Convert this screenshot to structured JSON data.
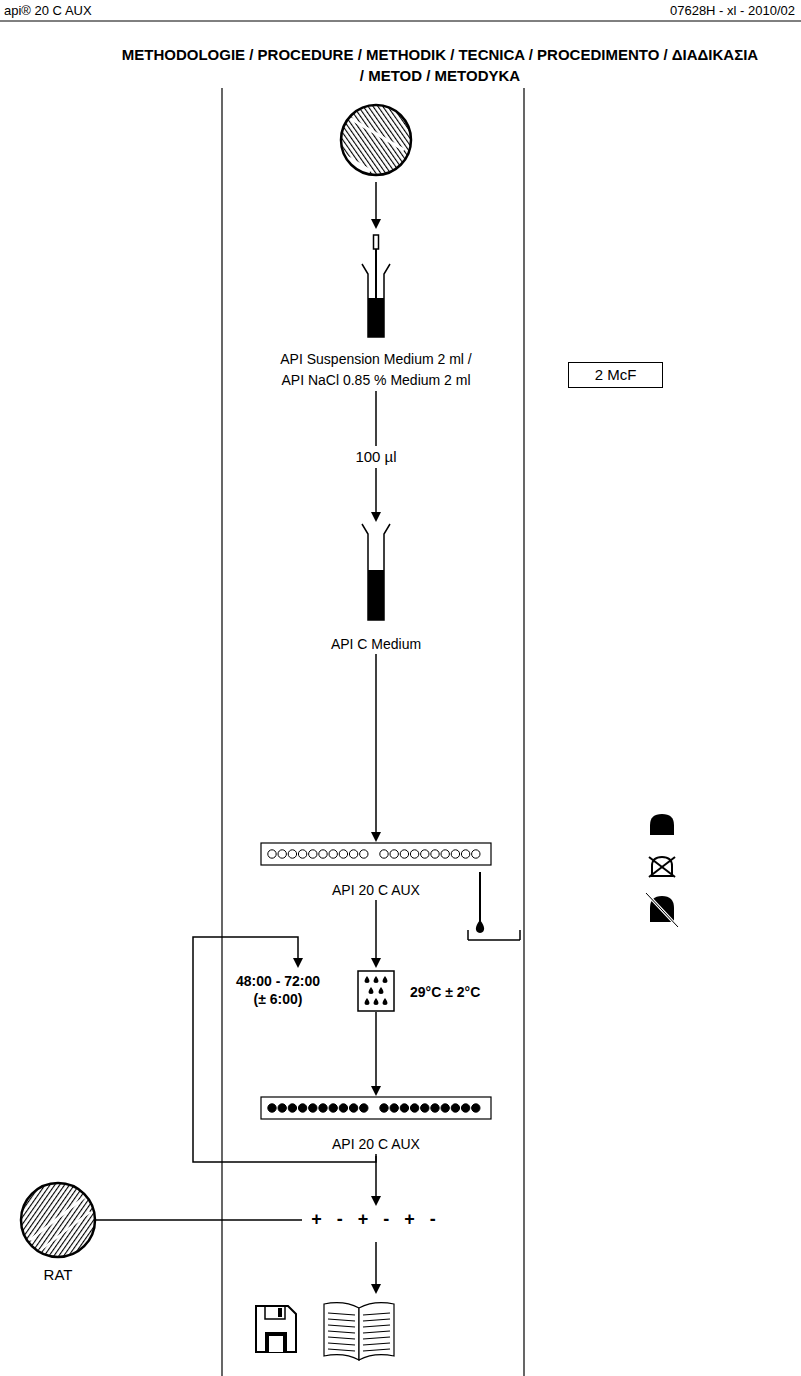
{
  "diagram": {
    "title": "METHODOLOGIE / PROCEDURE / METHODIK / TECNICA / PROCEDIMENTO / ΔΙΑΔΙΚΑΣΙΑ / METOD / METODYKA",
    "nodes": [
      {
        "text": [
          "API Suspension Medium 2 ml / API NaCl 0.85 % Medium 2 ml"
        ]
      },
      {
        "text": [
          "2 McF"
        ]
      },
      {
        "text": [
          "API C Medium"
        ]
      },
      {
        "text": [
          "API 20 C AUX"
        ]
      },
      {
        "text": [
          "48:00 - 72:00 (± 6:00)",
          "29°C ± 2°C"
        ]
      },
      {
        "text": [
          "API 20 C AUX"
        ]
      }
    ],
    "edges": [
      {
        "from": 0,
        "to": 2,
        "label": "100 µl",
        "arrow": "to"
      },
      {
        "from": 2,
        "to": 3,
        "arrow": "to"
      },
      {
        "from": 3,
        "to": 4,
        "arrow": "to"
      },
      {
        "from": 4,
        "to": 5,
        "arrow": "to"
      },
      {
        "from": 5,
        "to": 4,
        "arrow": "to"
      }
    ],
    "labels": [
      "api® 20 C AUX",
      "07628H - xl - 2010/02",
      "+ - + - + -",
      "RAT"
    ]
  }
}
